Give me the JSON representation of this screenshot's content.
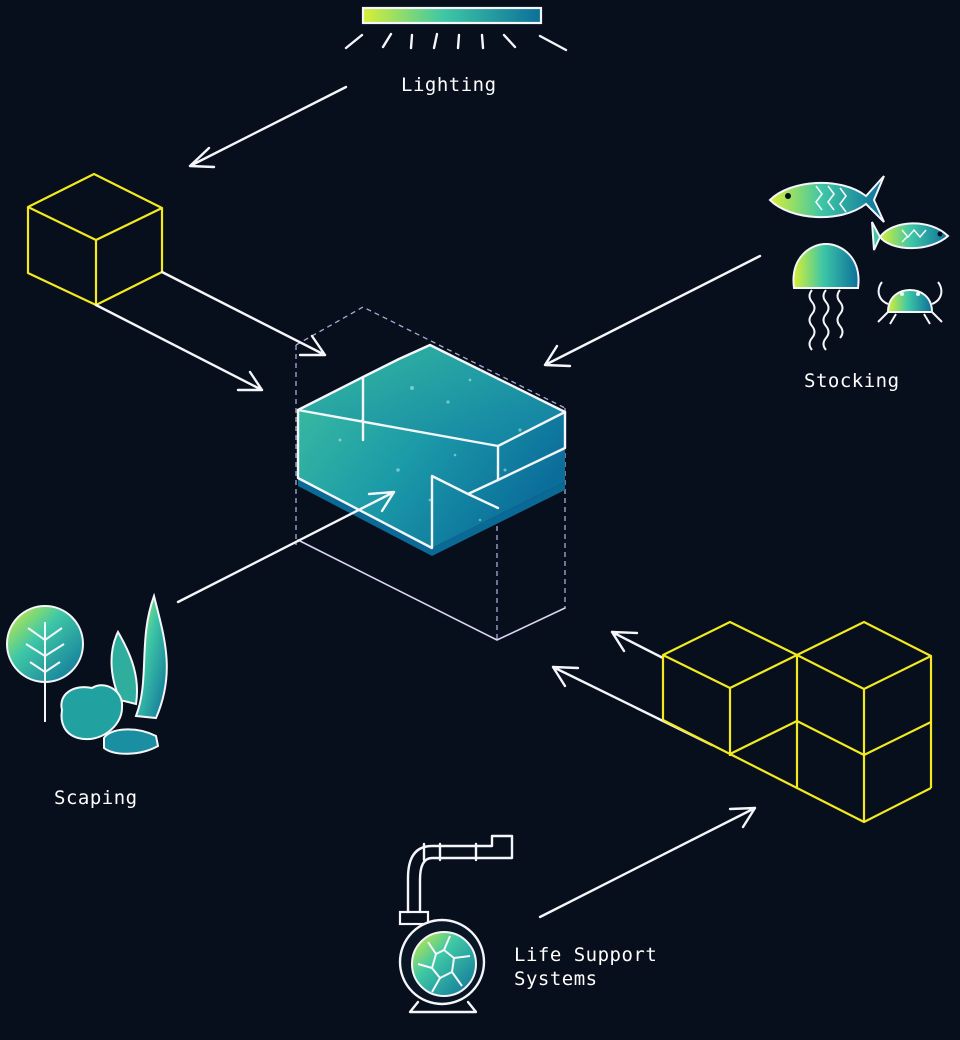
{
  "labels": {
    "lighting": "Lighting",
    "stocking": "Stocking",
    "scaping": "Scaping",
    "life_support_line1": "Life Support",
    "life_support_line2": "Systems"
  },
  "colors": {
    "background": "#070e1c",
    "line": "#f4f6fb",
    "cube_outline": "#f2ea1f",
    "gradient_light": "#d8ef35",
    "gradient_mid": "#3fc7a6",
    "gradient_dark": "#0c6f9a",
    "dashed_guide": "#a9abd6"
  },
  "icons": {
    "lighting": "light-bar-icon",
    "stocking": [
      "fish-icon",
      "small-fish-icon",
      "jellyfish-icon",
      "crab-icon"
    ],
    "scaping": [
      "tree-icon",
      "seaweed-icon",
      "rock-icon"
    ],
    "life_support": "pump-icon",
    "small_cube": "single-cube-icon",
    "cube_stack": "cube-stack-icon",
    "center": "aquarium-tank-icon"
  }
}
